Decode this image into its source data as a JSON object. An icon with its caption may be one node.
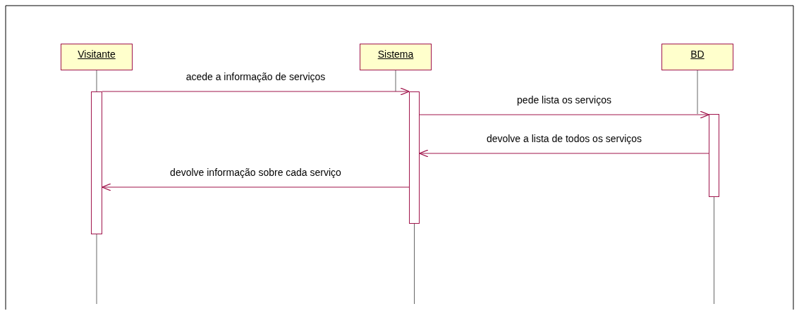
{
  "diagram": {
    "nodes": [
      {
        "text": [
          "Visitante"
        ]
      },
      {
        "text": [
          "Sistema"
        ]
      },
      {
        "text": [
          "BD"
        ]
      },
      {
        "text": [],
        "shape": "bar"
      },
      {
        "text": [],
        "shape": "bar"
      },
      {
        "text": [],
        "shape": "bar"
      }
    ],
    "edges": [
      {
        "from": 0,
        "to": 3,
        "arrow": "none",
        "color": "#666666"
      },
      {
        "from": 1,
        "to": 4,
        "arrow": "none",
        "color": "#666666"
      },
      {
        "from": 2,
        "to": 5,
        "arrow": "none",
        "color": "#666666"
      },
      {
        "from": 3,
        "to": 4,
        "arrow": "to",
        "label": "acede a informação de serviços"
      },
      {
        "from": 4,
        "to": 5,
        "arrow": "to",
        "label": "pede lista os serviços"
      },
      {
        "from": 5,
        "to": 4,
        "arrow": "to",
        "label": "devolve a lista de todos os serviços"
      },
      {
        "from": 4,
        "to": 3,
        "arrow": "to",
        "label": "devolve informação sobre cada serviço"
      }
    ]
  }
}
